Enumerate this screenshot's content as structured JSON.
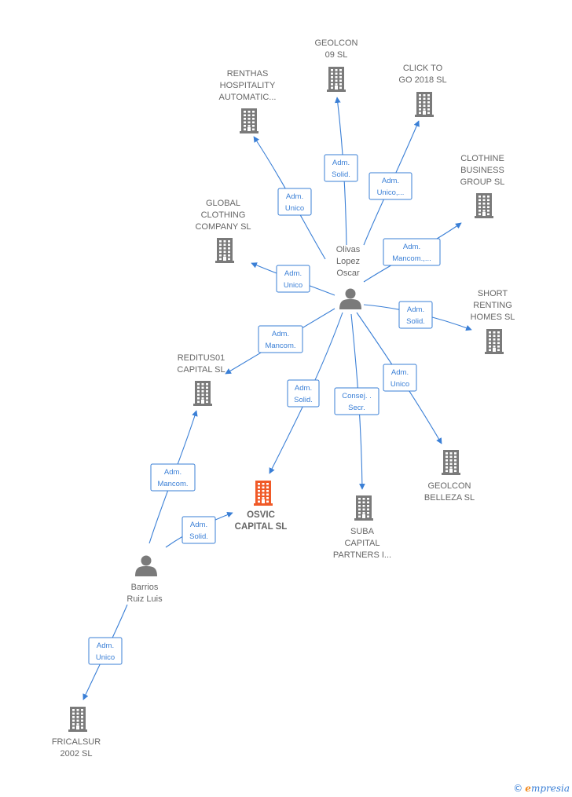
{
  "colors": {
    "edge": "#3a7fd6",
    "company": "#7a7a7a",
    "focus_company": "#f05a28",
    "person": "#7a7a7a",
    "label_bg": "#ffffff"
  },
  "nodes": [
    {
      "id": "geolcon09",
      "type": "company",
      "icon": "building-icon",
      "lines": [
        "GEOLCON",
        "09 SL"
      ]
    },
    {
      "id": "clickgo",
      "type": "company",
      "icon": "building-icon",
      "lines": [
        "CLICK TO",
        "GO 2018  SL"
      ]
    },
    {
      "id": "renthas",
      "type": "company",
      "icon": "building-icon",
      "lines": [
        "RENTHAS",
        "HOSPITALITY",
        "AUTOMATIC..."
      ]
    },
    {
      "id": "clothine",
      "type": "company",
      "icon": "building-icon",
      "lines": [
        "CLOTHINE",
        "BUSINESS",
        "GROUP  SL"
      ]
    },
    {
      "id": "global",
      "type": "company",
      "icon": "building-icon",
      "lines": [
        "GLOBAL",
        "CLOTHING",
        "COMPANY SL"
      ]
    },
    {
      "id": "short",
      "type": "company",
      "icon": "building-icon",
      "lines": [
        "SHORT",
        "RENTING",
        "HOMES  SL"
      ]
    },
    {
      "id": "reditus",
      "type": "company",
      "icon": "building-icon",
      "lines": [
        "REDITUS01",
        "CAPITAL  SL"
      ]
    },
    {
      "id": "osvic",
      "type": "focus",
      "icon": "building-icon",
      "lines": [
        "OSVIC",
        "CAPITAL  SL"
      ]
    },
    {
      "id": "suba",
      "type": "company",
      "icon": "building-icon",
      "lines": [
        "SUBA",
        "CAPITAL",
        "PARTNERS I..."
      ]
    },
    {
      "id": "geolconbelleza",
      "type": "company",
      "icon": "building-icon",
      "lines": [
        "GEOLCON",
        "BELLEZA SL"
      ]
    },
    {
      "id": "fricalsur",
      "type": "company",
      "icon": "building-icon",
      "lines": [
        "FRICALSUR",
        "2002 SL"
      ]
    },
    {
      "id": "olivas",
      "type": "person",
      "icon": "person-icon",
      "lines": [
        "Olivas",
        "Lopez",
        "Oscar"
      ]
    },
    {
      "id": "barrios",
      "type": "person",
      "icon": "person-icon",
      "lines": [
        "Barrios",
        "Ruiz Luis"
      ]
    }
  ],
  "edges": [
    {
      "from": "olivas",
      "to": "geolcon09",
      "label": [
        "Adm.",
        "Solid."
      ]
    },
    {
      "from": "olivas",
      "to": "clickgo",
      "label": [
        "Adm.",
        "Unico,..."
      ]
    },
    {
      "from": "olivas",
      "to": "renthas",
      "label": [
        "Adm.",
        "Unico"
      ]
    },
    {
      "from": "olivas",
      "to": "clothine",
      "label": [
        "Adm.",
        "Mancom.,..."
      ]
    },
    {
      "from": "olivas",
      "to": "global",
      "label": [
        "Adm.",
        "Unico"
      ]
    },
    {
      "from": "olivas",
      "to": "short",
      "label": [
        "Adm.",
        "Solid."
      ]
    },
    {
      "from": "olivas",
      "to": "reditus",
      "label": [
        "Adm.",
        "Mancom."
      ]
    },
    {
      "from": "olivas",
      "to": "osvic",
      "label": [
        "Adm.",
        "Solid."
      ]
    },
    {
      "from": "olivas",
      "to": "suba",
      "label": [
        "Consej. .",
        "Secr."
      ]
    },
    {
      "from": "olivas",
      "to": "geolconbelleza",
      "label": [
        "Adm.",
        "Unico"
      ]
    },
    {
      "from": "barrios",
      "to": "reditus",
      "label": [
        "Adm.",
        "Mancom."
      ]
    },
    {
      "from": "barrios",
      "to": "osvic",
      "label": [
        "Adm.",
        "Solid."
      ]
    },
    {
      "from": "barrios",
      "to": "fricalsur",
      "label": [
        "Adm.",
        "Unico"
      ]
    }
  ],
  "brand": {
    "copyright": "©",
    "first_letter": "e",
    "rest": "mpresia"
  }
}
